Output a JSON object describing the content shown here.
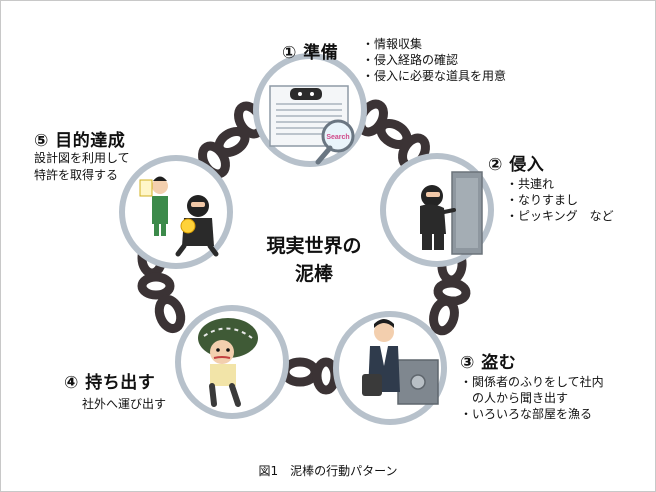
{
  "center": {
    "line1": "現実世界の",
    "line2": "泥棒"
  },
  "steps": [
    {
      "title": "① 準備",
      "items": [
        "・情報収集",
        "・侵入経路の確認",
        "・侵入に必要な道具を用意"
      ]
    },
    {
      "title": "② 侵入",
      "items": [
        "・共連れ",
        "・なりすまし",
        "・ピッキング　など"
      ]
    },
    {
      "title": "③ 盗む",
      "items": [
        "・関係者のふりをして社内",
        "　の人から聞き出す",
        "・いろいろな部屋を漁る"
      ]
    },
    {
      "title": "④ 持ち出す",
      "items": [
        "社外へ運び出す"
      ]
    },
    {
      "title": "⑤ 目的達成",
      "items": [
        "設計図を利用して",
        "特許を取得する"
      ]
    }
  ],
  "search_label": "Search",
  "caption": "図1　泥棒の行動パターン",
  "colors": {
    "ring": "#b7c1cb",
    "chain": "#3b3335",
    "text": "#111111"
  }
}
